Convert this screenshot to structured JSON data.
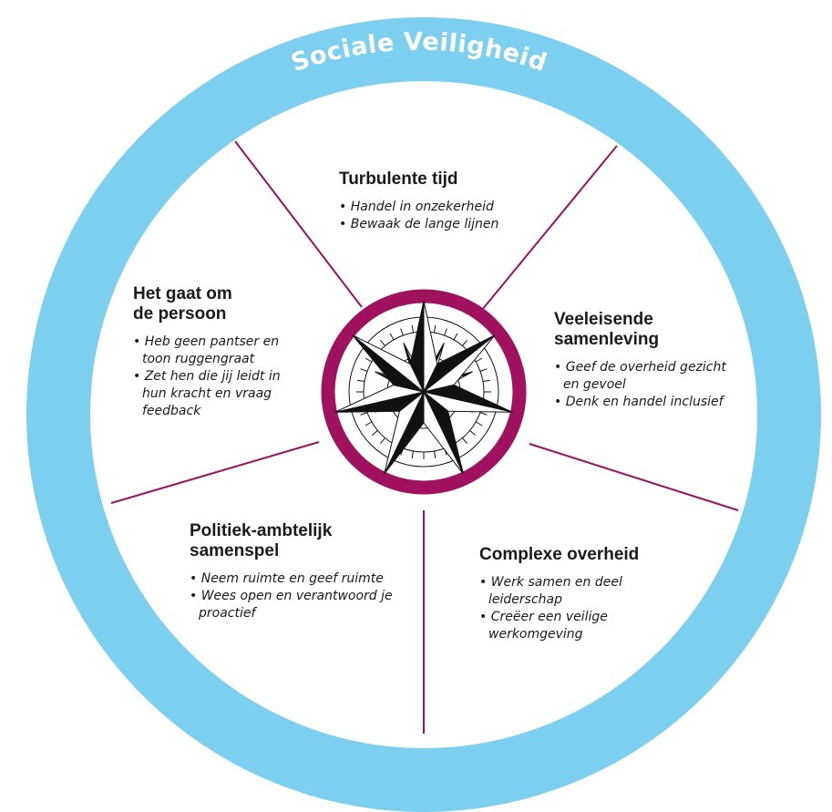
{
  "ring_title": "Sociale Veiligheid",
  "colors": {
    "outer_ring": "#7ccfef",
    "divider": "#9b1060",
    "compass_ring": "#a0125f",
    "star_fill": "#111111",
    "background": "#ffffff"
  },
  "center_icon": "compass-rose-icon",
  "segments": {
    "top": {
      "title": "Turbulente tijd",
      "bullets": [
        "Handel in onzekerheid",
        "Bewaak de lange lijnen"
      ]
    },
    "right": {
      "title": "Veeleisende\nsamenleving",
      "bullets": [
        "Geef de overheid gezicht en gevoel",
        "Denk en handel inclusief"
      ]
    },
    "bottom_right": {
      "title": "Complexe overheid",
      "bullets": [
        "Werk samen en deel leiderschap",
        "Creëer een veilige werkomgeving"
      ]
    },
    "bottom_left": {
      "title": "Politiek-ambtelijk\nsamenspel",
      "bullets": [
        "Neem ruimte en geef ruimte",
        "Wees open en verantwoord je proactief"
      ]
    },
    "left": {
      "title": "Het gaat om\nde persoon",
      "bullets": [
        "Heb geen pantser en toon ruggengraat",
        "Zet hen die jij leidt in hun kracht en vraag feedback"
      ]
    }
  }
}
